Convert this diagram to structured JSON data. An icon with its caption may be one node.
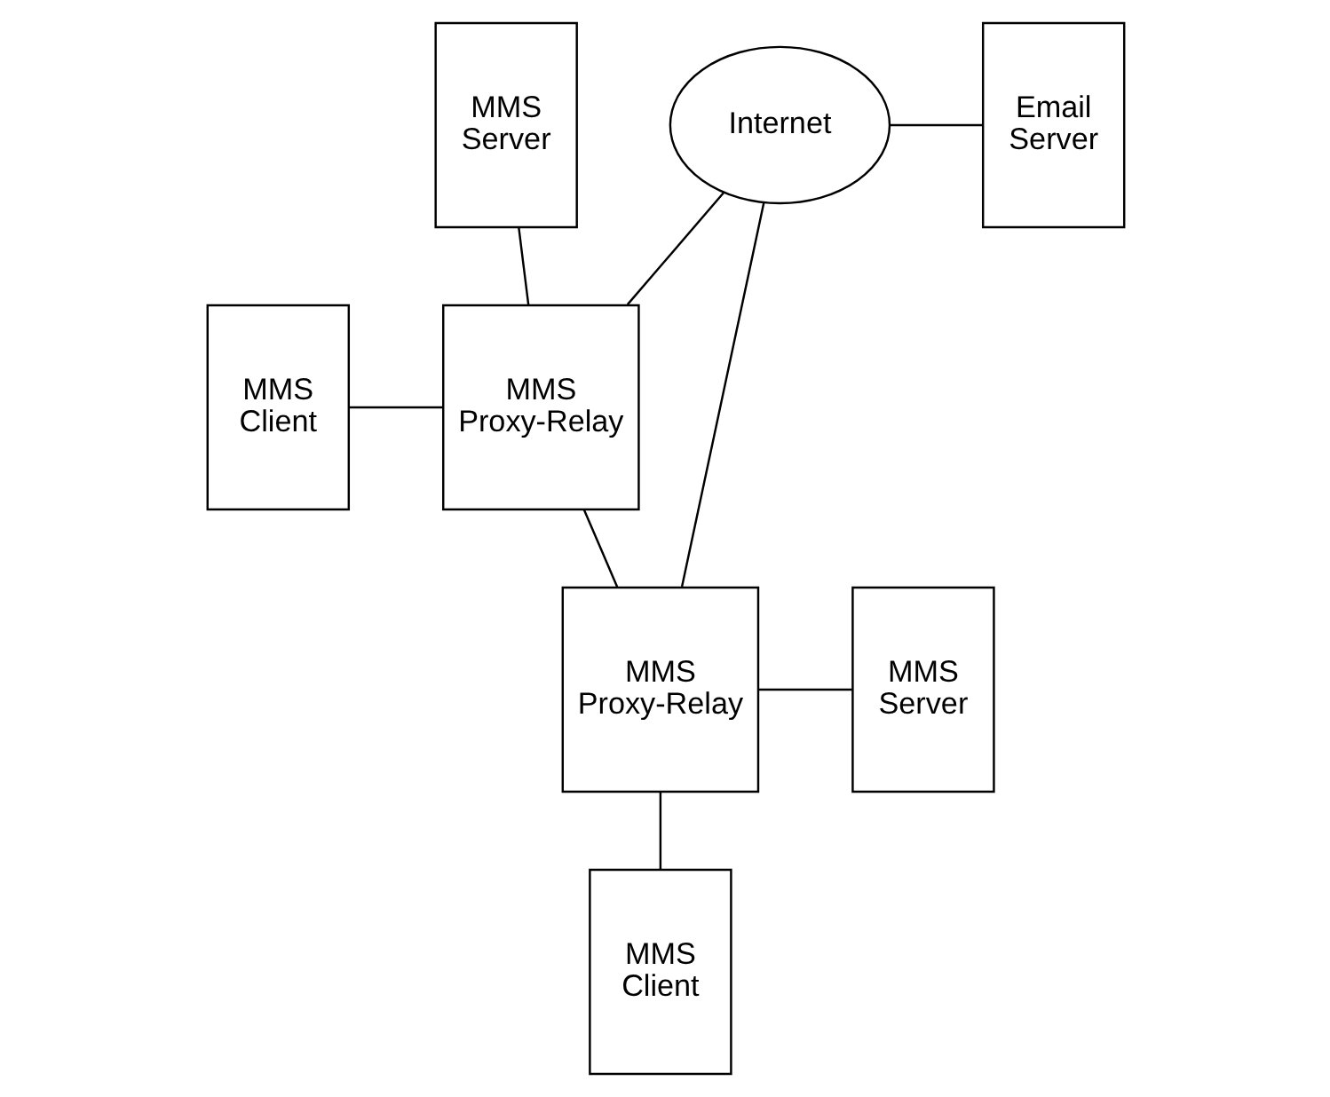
{
  "diagram": {
    "nodes": [
      {
        "text": [
          "MMS Server"
        ]
      },
      {
        "text": [
          "Internet"
        ]
      },
      {
        "text": [
          "Email Server"
        ]
      },
      {
        "text": [
          "MMS Client"
        ]
      },
      {
        "text": [
          "MMS Proxy-Relay"
        ]
      },
      {
        "text": [
          "MMS Proxy-Relay"
        ]
      },
      {
        "text": [
          "MMS Server"
        ]
      },
      {
        "text": [
          "MMS Client"
        ]
      }
    ],
    "edges": [
      {
        "from": 0,
        "to": 4,
        "arrow": "none"
      },
      {
        "from": 3,
        "to": 4,
        "arrow": "none"
      },
      {
        "from": 4,
        "to": 1,
        "arrow": "none"
      },
      {
        "from": 4,
        "to": 5,
        "arrow": "none"
      },
      {
        "from": 1,
        "to": 2,
        "arrow": "none"
      },
      {
        "from": 1,
        "to": 5,
        "arrow": "none"
      },
      {
        "from": 5,
        "to": 6,
        "arrow": "none"
      },
      {
        "from": 5,
        "to": 7,
        "arrow": "none"
      }
    ]
  }
}
